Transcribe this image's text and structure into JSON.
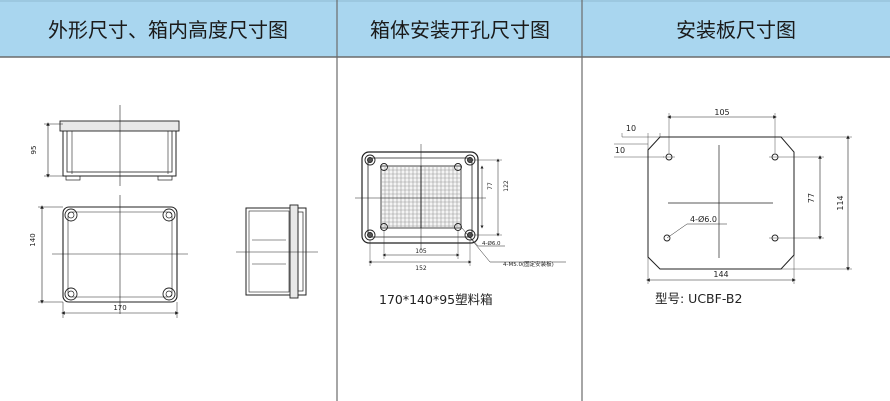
{
  "headers": [
    "外形尺寸、箱内高度尺寸图",
    "箱体安装开孔尺寸图",
    "安装板尺寸图"
  ],
  "panel1": {
    "dim_height": "95",
    "dim_depth": "140",
    "dim_width": "170"
  },
  "panel2": {
    "dim_77": "77",
    "dim_122": "122",
    "dim_105": "105",
    "dim_152": "152",
    "hole_label": "4-Ø6.0",
    "screw_label": "4-M5.0(固定安装板)",
    "caption": "170*140*95塑料箱"
  },
  "panel3": {
    "dim_105": "105",
    "dim_10a": "10",
    "dim_10b": "10",
    "dim_77": "77",
    "dim_114": "114",
    "dim_144": "144",
    "hole_label": "4-Ø6.0",
    "caption": "型号: UCBF-B2"
  },
  "colors": {
    "header_bg": "#a9d6ef",
    "line": "#222222",
    "grid": "#9a9a9a"
  }
}
